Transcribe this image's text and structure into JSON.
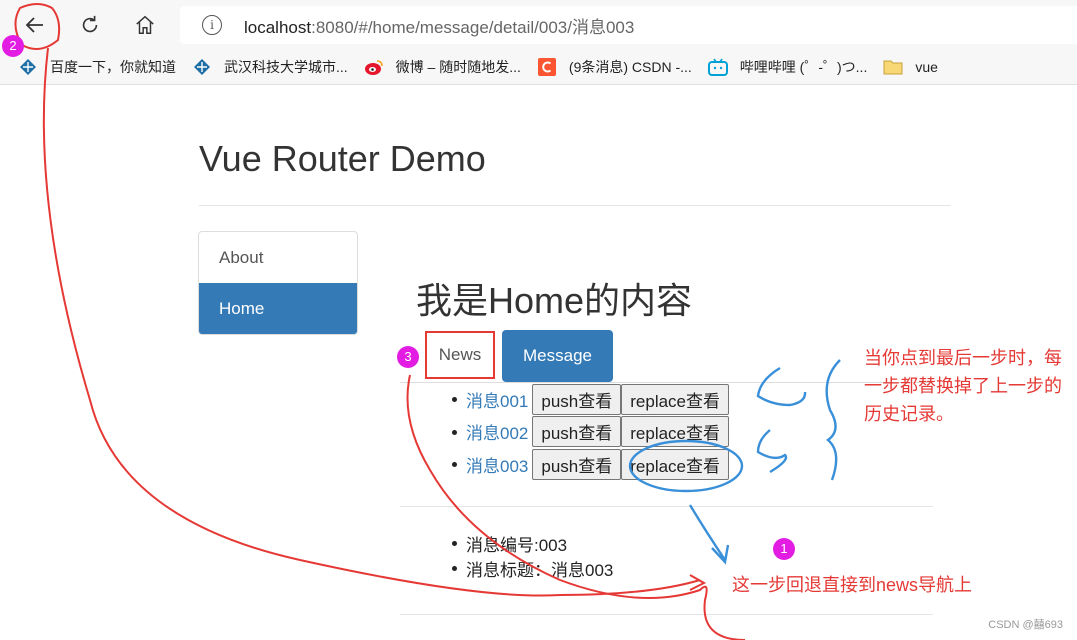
{
  "browser": {
    "url_host": "localhost",
    "url_path": ":8080/#/home/message/detail/003/消息003",
    "bookmarks": [
      {
        "label": "百度一下，你就知道",
        "icon": "paw-icon"
      },
      {
        "label": "武汉科技大学城市...",
        "icon": "paw-icon"
      },
      {
        "label": "微博 – 随时随地发...",
        "icon": "weibo-icon"
      },
      {
        "label": "(9条消息) CSDN -...",
        "icon": "csdn-icon"
      },
      {
        "label": "哔哩哔哩 (゜-゜)つ...",
        "icon": "bilibili-icon"
      },
      {
        "label": "vue",
        "icon": "folder-icon"
      }
    ]
  },
  "page": {
    "title": "Vue Router Demo",
    "nav": [
      {
        "label": "About",
        "active": false
      },
      {
        "label": "Home",
        "active": true
      }
    ],
    "home_title": "我是Home的内容",
    "tabs": [
      {
        "label": "News"
      },
      {
        "label": "Message"
      }
    ],
    "messages": [
      {
        "label": "消息001",
        "push": "push查看",
        "replace": "replace查看"
      },
      {
        "label": "消息002",
        "push": "push查看",
        "replace": "replace查看"
      },
      {
        "label": "消息003",
        "push": "push查看",
        "replace": "replace查看"
      }
    ],
    "detail": {
      "id_line": "消息编号:003",
      "title_line": "消息标题：消息003"
    }
  },
  "annotations": {
    "badge_1": "1",
    "badge_2": "2",
    "badge_3": "3",
    "note_replace": "当你点到最后一步时，每一步都替换掉了上一步的历史记录。",
    "note_back": "这一步回退直接到news导航上",
    "watermark": "CSDN @囍693",
    "colors": {
      "annotation_red": "#e53935",
      "annotation_blue": "#3a8fd9",
      "badge": "#e31ce3",
      "primary": "#337ab7"
    }
  }
}
